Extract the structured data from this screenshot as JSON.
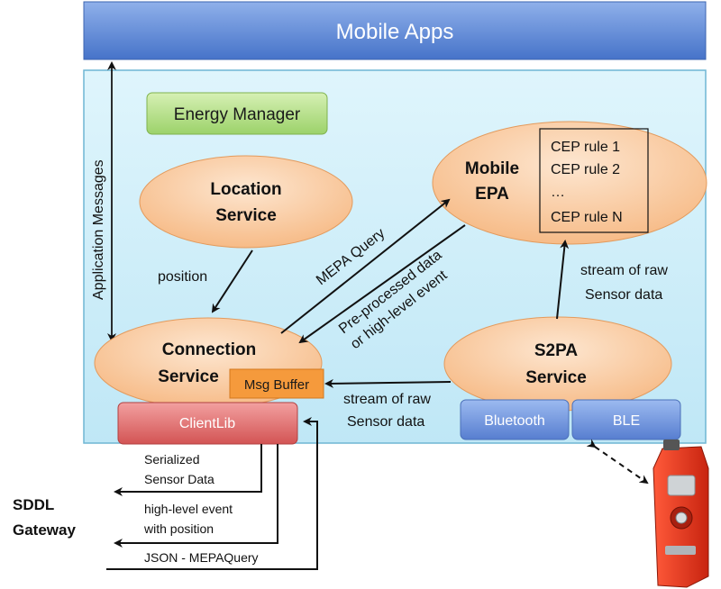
{
  "header": {
    "title": "Mobile Apps"
  },
  "energy_manager": {
    "label": "Energy Manager"
  },
  "side_label": {
    "text": "Application Messages"
  },
  "location_service": {
    "line1": "Location",
    "line2": "Service"
  },
  "mobile_epa": {
    "line1": "Mobile",
    "line2": "EPA"
  },
  "cep_rules": {
    "rules": [
      "CEP rule 1",
      "CEP rule 2",
      "…",
      "CEP rule N"
    ]
  },
  "connection_service": {
    "line1": "Connection",
    "line2": "Service",
    "buffer": "Msg Buffer"
  },
  "s2pa_service": {
    "line1": "S2PA",
    "line2": "Service"
  },
  "interfaces": {
    "bluetooth": "Bluetooth",
    "ble": "BLE"
  },
  "clientlib": {
    "label": "ClientLib"
  },
  "arrows": {
    "position": "position",
    "mepa_query": "MEPA Query",
    "preprocessed_1": "Pre-processed data",
    "preprocessed_2": "or high-level event",
    "stream_upper_1": "stream of raw",
    "stream_upper_2": "Sensor data",
    "stream_lower_1": "stream of raw",
    "stream_lower_2": "Sensor data"
  },
  "gateway": {
    "line1": "SDDL",
    "line2": "Gateway",
    "serialized_1": "Serialized",
    "serialized_2": "Sensor Data",
    "highlevel_1": "high-level event",
    "highlevel_2": "with position",
    "json_query": "JSON - MEPAQuery"
  },
  "colors": {
    "header_blue": "#5b86d6",
    "panel_cyan": "#c9ecf8",
    "ellipse_orange": "#f8c79a",
    "energy_green": "#b5de84",
    "clientlib_red": "#e06a6a",
    "buffer_orange": "#f59a3c",
    "bluetooth_blue": "#6d93d6"
  }
}
